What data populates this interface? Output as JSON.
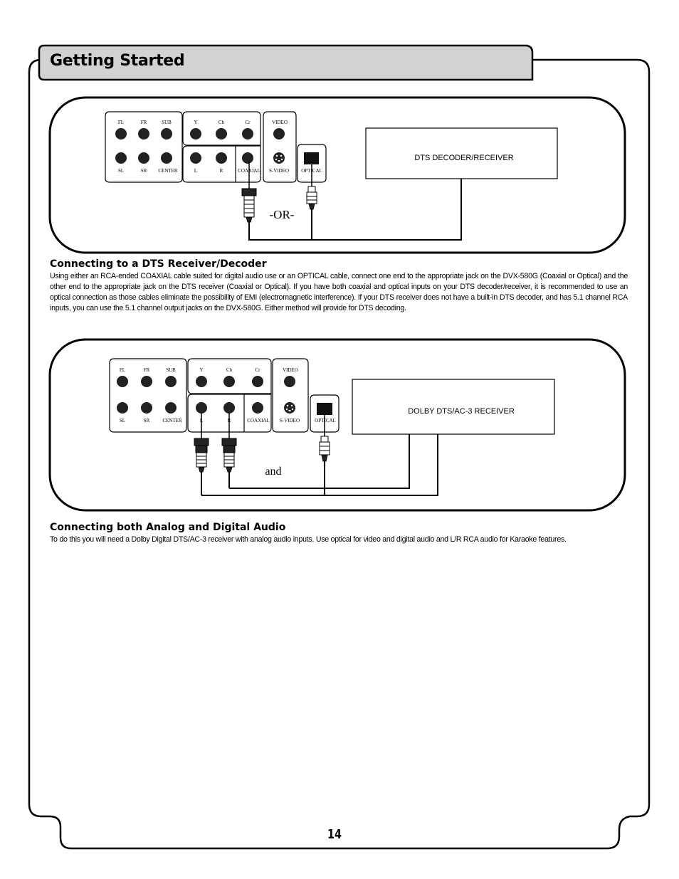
{
  "header": {
    "title": "Getting Started"
  },
  "diagram1": {
    "labels": {
      "fl": "FL",
      "fr": "FR",
      "sub": "SUB",
      "y": "Y",
      "cb": "Cb",
      "cr": "Cr",
      "video": "VIDEO",
      "sl": "SL",
      "sr": "SR",
      "center": "CENTER",
      "l": "L",
      "r": "R",
      "coaxial": "COAXIAL",
      "svideo": "S-VIDEO",
      "optical": "OPTICAL"
    },
    "receiver": "DTS DECODER/RECEIVER",
    "connector": "-OR-"
  },
  "section1": {
    "heading": "Connecting to a DTS Receiver/Decoder",
    "body": "Using either an RCA-ended COAXIAL cable suited for digital audio use or an OPTICAL cable, connect one end to the appropriate jack on the DVX-580G (Coaxial or Optical) and the other end to the appropriate jack on the DTS receiver (Coaxial or Optical). If you have both coaxial and optical inputs on your DTS decoder/receiver, it is recommended to use an optical connection as those cables eliminate the possibility of EMI (electromagnetic interference). If your DTS receiver does not have a built-in DTS decoder, and has 5.1 channel RCA inputs, you can use the 5.1 channel output jacks on the DVX-580G. Either method will provide for DTS decoding."
  },
  "diagram2": {
    "labels": {
      "fl": "FL",
      "fr": "FR",
      "sub": "SUB",
      "y": "Y",
      "cb": "Cb",
      "cr": "Cr",
      "video": "VIDEO",
      "sl": "SL",
      "sr": "SR",
      "center": "CENTER",
      "l": "L",
      "r": "R",
      "coaxial": "COAXIAL",
      "svideo": "S-VIDEO",
      "optical": "OPTICAL"
    },
    "receiver": "DOLBY DTS/AC-3 RECEIVER",
    "connector": "and"
  },
  "section2": {
    "heading": "Connecting both Analog and Digital Audio",
    "body": "To do this you will need a Dolby Digital DTS/AC-3 receiver with analog audio inputs. Use optical for video and digital audio and L/R RCA audio for Karaoke features."
  },
  "page": {
    "number": "14"
  }
}
